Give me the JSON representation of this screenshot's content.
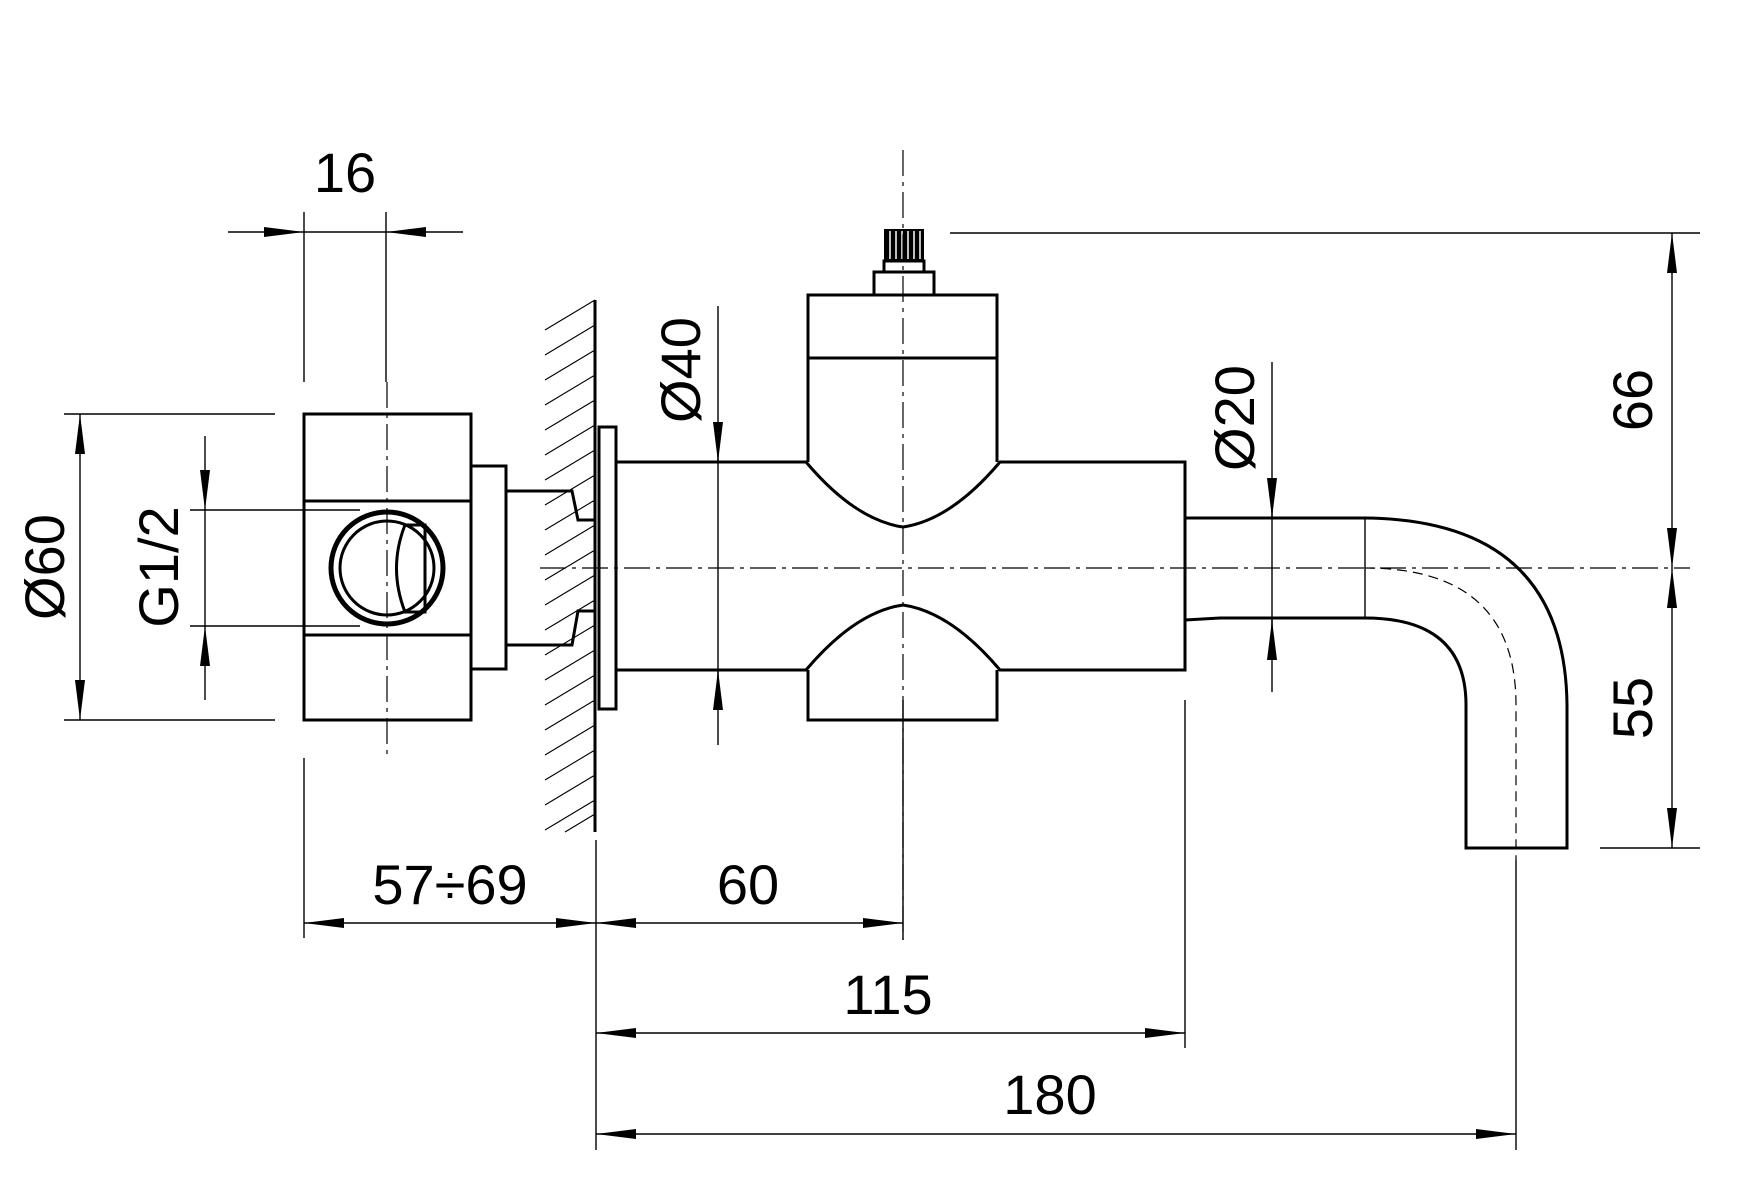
{
  "dimensions": {
    "flange_width": "16",
    "flange_diameter": "Ø60",
    "thread": "G1/2",
    "body_diameter": "Ø40",
    "spout_diameter": "Ø20",
    "cap_height": "66",
    "spout_drop": "55",
    "wall_depth": "57÷69",
    "valve_offset": "60",
    "body_length": "115",
    "total_projection": "180"
  }
}
